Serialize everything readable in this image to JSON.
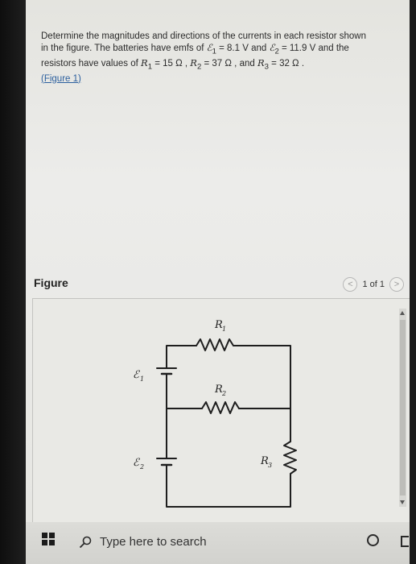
{
  "question": {
    "line1": "Determine the magnitudes and directions of the currents in each resistor shown",
    "line2_pre": "in the figure. The batteries have emfs of ",
    "e1_var": "ℰ",
    "e1_sub": "1",
    "e1_val": " = 8.1 V and ",
    "e2_var": "ℰ",
    "e2_sub": "2",
    "e2_val": " = 11.9 V and the",
    "line3_pre": "resistors have values of ",
    "r1_var": "R",
    "r1_sub": "1",
    "r1_val": " = 15 Ω , ",
    "r2_var": "R",
    "r2_sub": "2",
    "r2_val": " = 37 Ω , and ",
    "r3_var": "R",
    "r3_sub": "3",
    "r3_val": " = 32 Ω .",
    "figure_link": "(Figure 1)"
  },
  "figure": {
    "title": "Figure",
    "page_indicator": "1 of 1",
    "prev_glyph": "<",
    "next_glyph": ">"
  },
  "circuit": {
    "r1_letter": "R",
    "r1_sub": "1",
    "r2_letter": "R",
    "r2_sub": "2",
    "r3_letter": "R",
    "r3_sub": "3",
    "e1_letter": "ℰ",
    "e1_sub": "1",
    "e2_letter": "ℰ",
    "e2_sub": "2"
  },
  "taskbar": {
    "search_placeholder": "Type here to search"
  },
  "colors": {
    "link": "#2b5f9e",
    "wire": "#1e1e1e",
    "taskbar": "#d6d6d2"
  }
}
